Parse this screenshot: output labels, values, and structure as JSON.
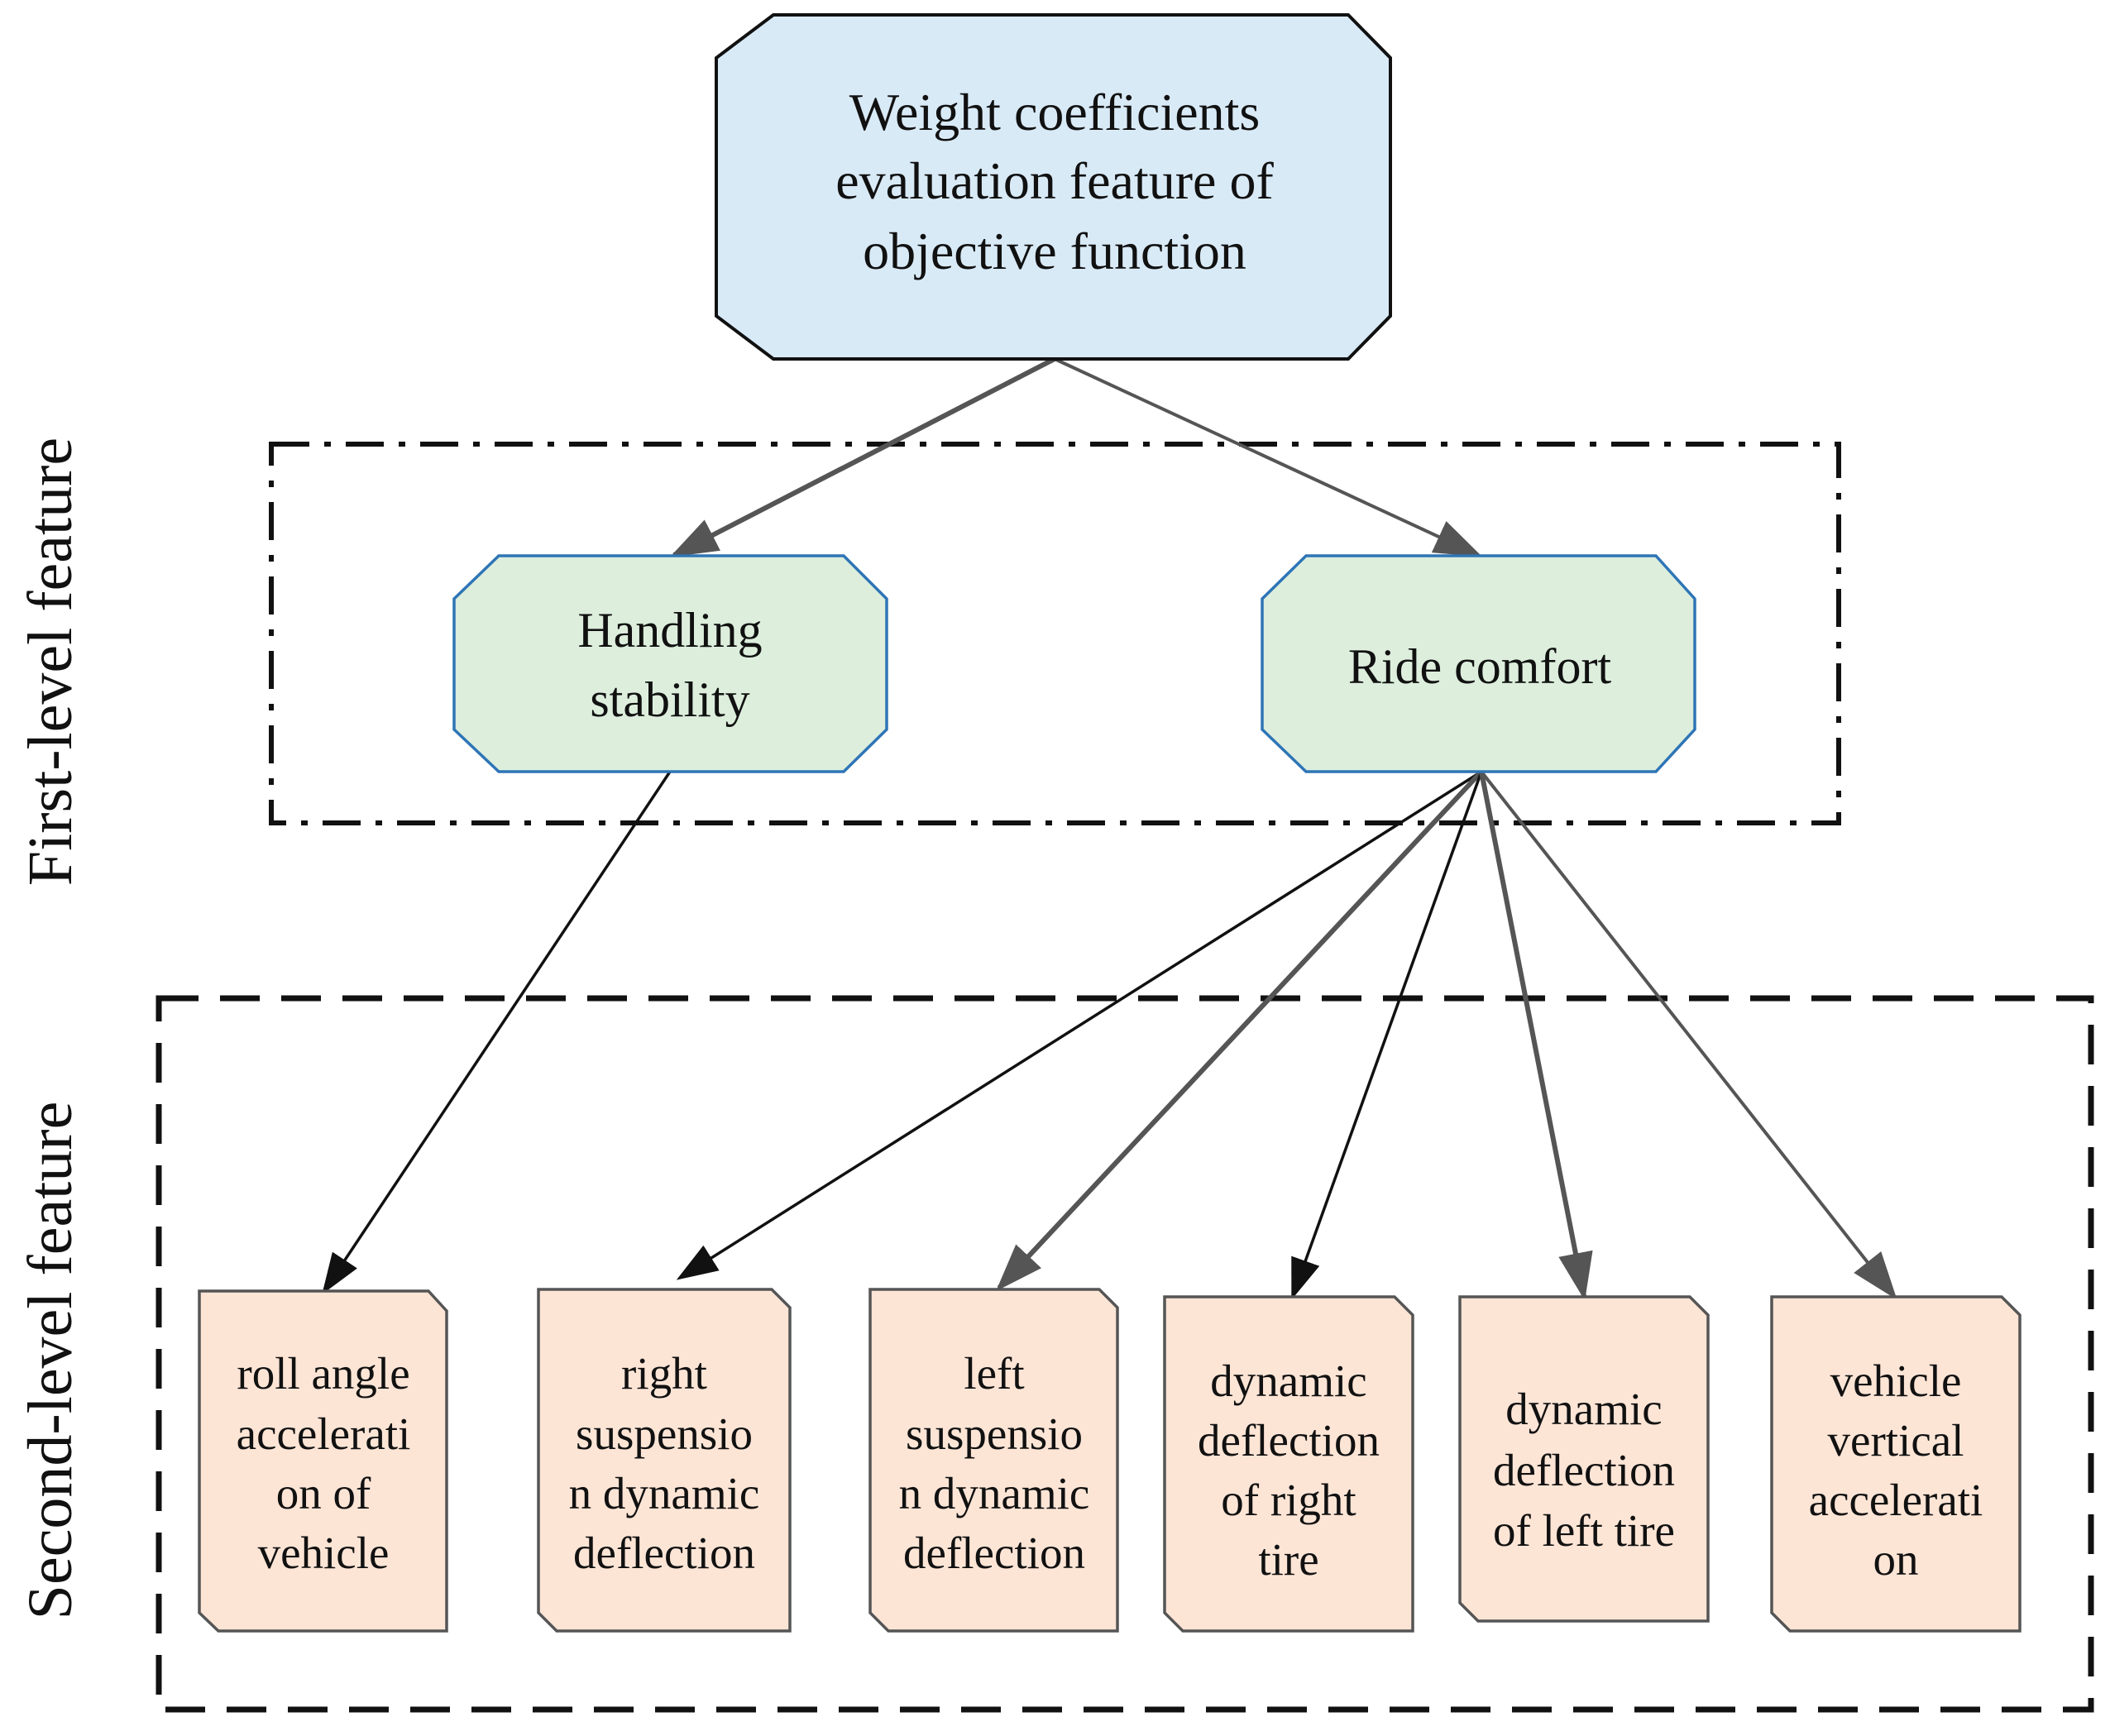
{
  "root": {
    "lines": [
      "Weight coefficients",
      "evaluation feature  of",
      "objective function"
    ]
  },
  "groups": {
    "first_level": "First-level feature",
    "second_level": "Second-level feature"
  },
  "first_level": [
    {
      "id": "handling",
      "lines": [
        "Handling",
        "stability"
      ]
    },
    {
      "id": "ride",
      "lines": [
        "Ride comfort"
      ]
    }
  ],
  "second_level": [
    {
      "id": "roll",
      "parent": "handling",
      "lines": [
        "roll angle",
        "accelerati",
        "on of",
        "vehicle"
      ]
    },
    {
      "id": "right-susp",
      "parent": "ride",
      "lines": [
        "right",
        "suspensio",
        "n dynamic",
        "deflection"
      ]
    },
    {
      "id": "left-susp",
      "parent": "ride",
      "lines": [
        "left",
        "suspensio",
        "n dynamic",
        "deflection"
      ]
    },
    {
      "id": "right-tire",
      "parent": "ride",
      "lines": [
        "dynamic",
        "deflection",
        "of right",
        "tire"
      ]
    },
    {
      "id": "left-tire",
      "parent": "ride",
      "lines": [
        "dynamic",
        "deflection",
        "of left tire"
      ]
    },
    {
      "id": "vert-accel",
      "parent": "ride",
      "lines": [
        "vehicle",
        "vertical",
        "accelerati",
        "on"
      ]
    }
  ],
  "colors": {
    "root_fill": "#d9eaf7",
    "first_fill": "#ddeedd",
    "first_stroke": "#2e75b6",
    "leaf_fill": "#fde5d6",
    "leaf_stroke": "#555555",
    "edge": "#555555"
  }
}
